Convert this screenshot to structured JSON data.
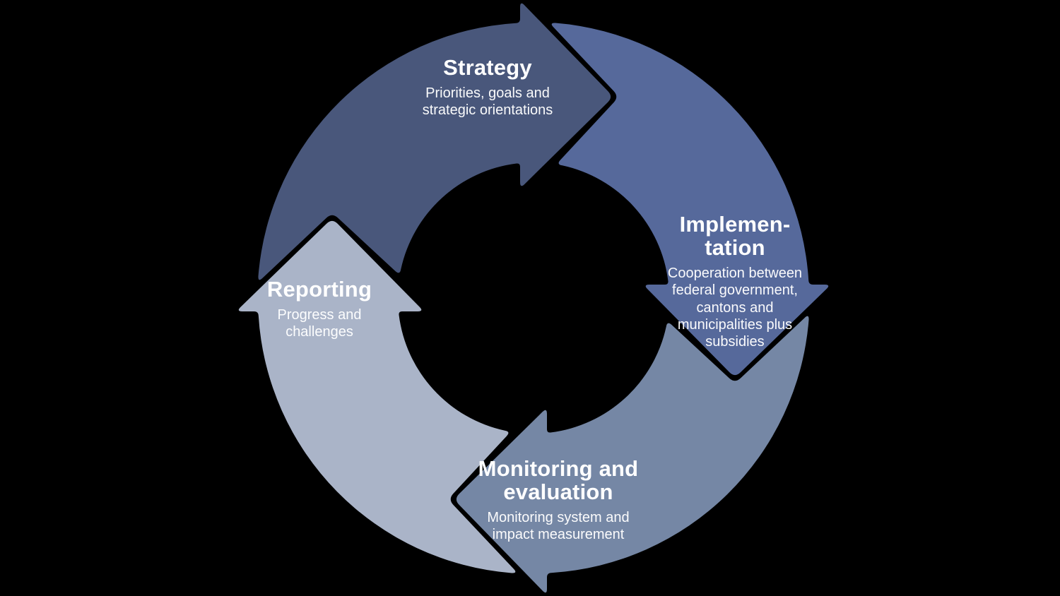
{
  "background_color": "#000000",
  "diagram": {
    "type": "cycle",
    "direction": "clockwise",
    "text_color": "#ffffff",
    "segments": [
      {
        "id": "strategy",
        "position": "top",
        "title": "Strategy",
        "subtitle": "Priorities, goals and\nstrategic orientations",
        "color": "#49577b"
      },
      {
        "id": "implementation",
        "position": "right",
        "title": "Implemen-\ntation",
        "subtitle": "Cooperation between\nfederal government,\ncantons and\nmunicipalities plus\nsubsidies",
        "color": "#56699b"
      },
      {
        "id": "monitoring-evaluation",
        "position": "bottom",
        "title": "Monitoring and\nevaluation",
        "subtitle": "Monitoring system and\nimpact measurement",
        "color": "#7587a5"
      },
      {
        "id": "reporting",
        "position": "left",
        "title": "Reporting",
        "subtitle": "Progress and\nchallenges",
        "color": "#aab4c8"
      }
    ]
  }
}
